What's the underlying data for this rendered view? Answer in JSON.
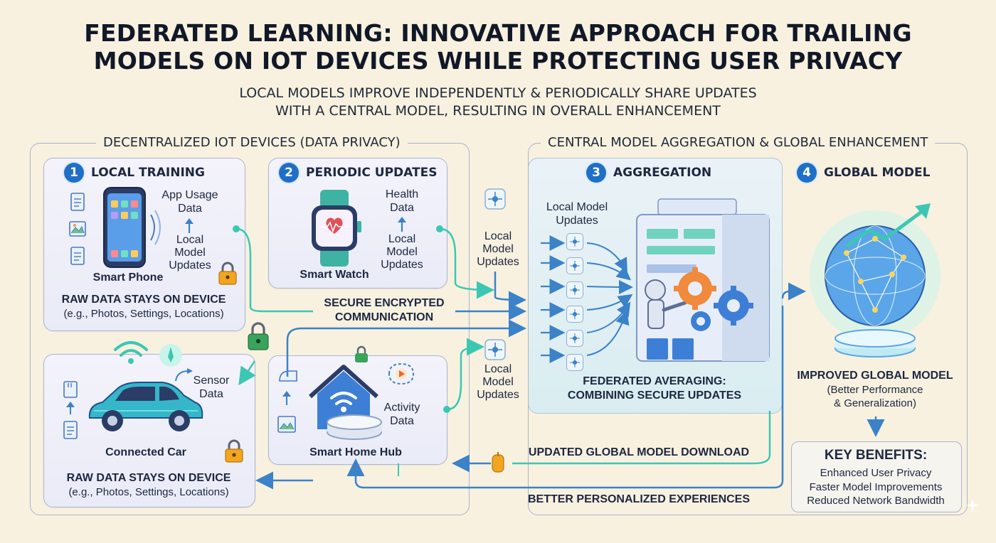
{
  "header": {
    "title_line1": "FEDERATED LEARNING: INNOVATIVE APPROACH FOR TRAILING",
    "title_line2": "MODELS ON IOT DEVICES WHILE PROTECTING USER PRIVACY",
    "subtitle_line1": "LOCAL MODELS IMPROVE INDEPENDENTLY & PERIODICALLY SHARE UPDATES",
    "subtitle_line2": "WITH A CENTRAL MODEL, RESULTING IN OVERALL ENHANCEMENT"
  },
  "left_section": {
    "label": "DECENTRALIZED IOT DEVICES (DATA PRIVACY)",
    "local_training": {
      "number": "1",
      "title": "LOCAL TRAINING",
      "data_label_1": "App Usage",
      "data_label_2": "Data",
      "updates_1": "Local",
      "updates_2": "Model",
      "updates_3": "Updates",
      "device": "Smart Phone",
      "privacy_title": "RAW DATA STAYS ON DEVICE",
      "privacy_note": "(e.g., Photos, Settings, Locations)"
    },
    "periodic_updates": {
      "number": "2",
      "title": "PERIODIC UPDATES",
      "data_label_1": "Health",
      "data_label_2": "Data",
      "updates_1": "Local",
      "updates_2": "Model",
      "updates_3": "Updates",
      "device": "Smart Watch"
    },
    "car": {
      "data_label_1": "Sensor",
      "data_label_2": "Data",
      "device": "Connected Car",
      "privacy_title": "RAW DATA STAYS ON DEVICE",
      "privacy_note": "(e.g., Photos, Settings, Locations)"
    },
    "home": {
      "data_label_1": "Activity",
      "data_label_2": "Data",
      "device": "Smart Home Hub"
    }
  },
  "middle": {
    "updates_top_1": "Local",
    "updates_top_2": "Model",
    "updates_top_3": "Updates",
    "updates_bottom_1": "Local",
    "updates_bottom_2": "Model",
    "updates_bottom_3": "Updates",
    "secure_1": "SECURE ENCRYPTED",
    "secure_2": "COMMUNICATION"
  },
  "right_section": {
    "label": "CENTRAL MODEL AGGREGATION & GLOBAL ENHANCEMENT",
    "aggregation": {
      "number": "3",
      "title": "AGGREGATION",
      "incoming_1": "Local Model",
      "incoming_2": "Updates",
      "result_1": "FEDERATED AVERAGING:",
      "result_2": "COMBINING SECURE UPDATES"
    },
    "global_model": {
      "number": "4",
      "title": "GLOBAL MODEL",
      "result_1": "IMPROVED GLOBAL MODEL",
      "result_2": "(Better Performance",
      "result_3": "& Generalization)"
    }
  },
  "bottom": {
    "download": "UPDATED GLOBAL MODEL DOWNLOAD",
    "experiences": "BETTER PERSONALIZED EXPERIENCES"
  },
  "benefits": {
    "title": "KEY BENEFITS:",
    "items": [
      "Enhanced User Privacy",
      "Faster Model Improvements",
      "Reduced Network Bandwidth"
    ]
  },
  "colors": {
    "accent_blue": "#1f6fc6",
    "flow_teal": "#3cc7b4",
    "flow_blue": "#3b82c8",
    "lock_orange": "#f2a51e",
    "lock_green": "#3aa35c"
  }
}
